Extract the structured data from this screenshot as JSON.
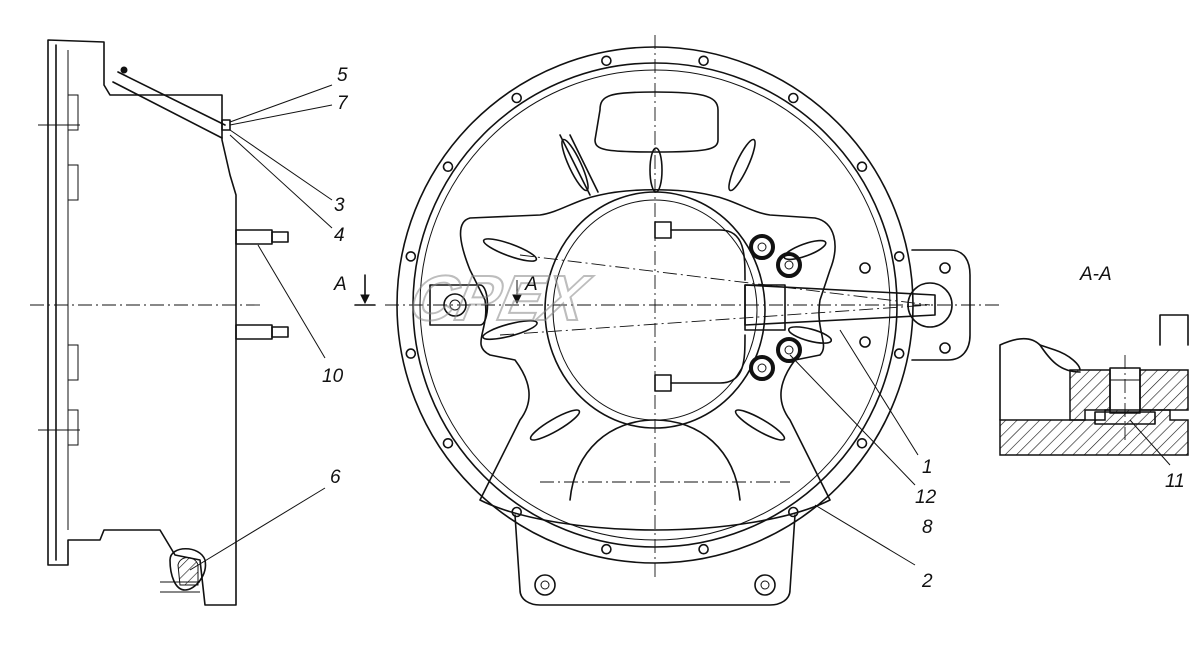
{
  "callouts": [
    {
      "id": "c5",
      "text": "5"
    },
    {
      "id": "c7",
      "text": "7"
    },
    {
      "id": "c3",
      "text": "3"
    },
    {
      "id": "c4",
      "text": "4"
    },
    {
      "id": "c10",
      "text": "10"
    },
    {
      "id": "c6",
      "text": "6"
    },
    {
      "id": "c1",
      "text": "1"
    },
    {
      "id": "c12",
      "text": "12"
    },
    {
      "id": "c8",
      "text": "8"
    },
    {
      "id": "c2",
      "text": "2"
    },
    {
      "id": "c11",
      "text": "11"
    }
  ],
  "section": {
    "marker_left": "A",
    "marker_right": "A",
    "title": "A-A"
  },
  "watermark": "CPEX"
}
